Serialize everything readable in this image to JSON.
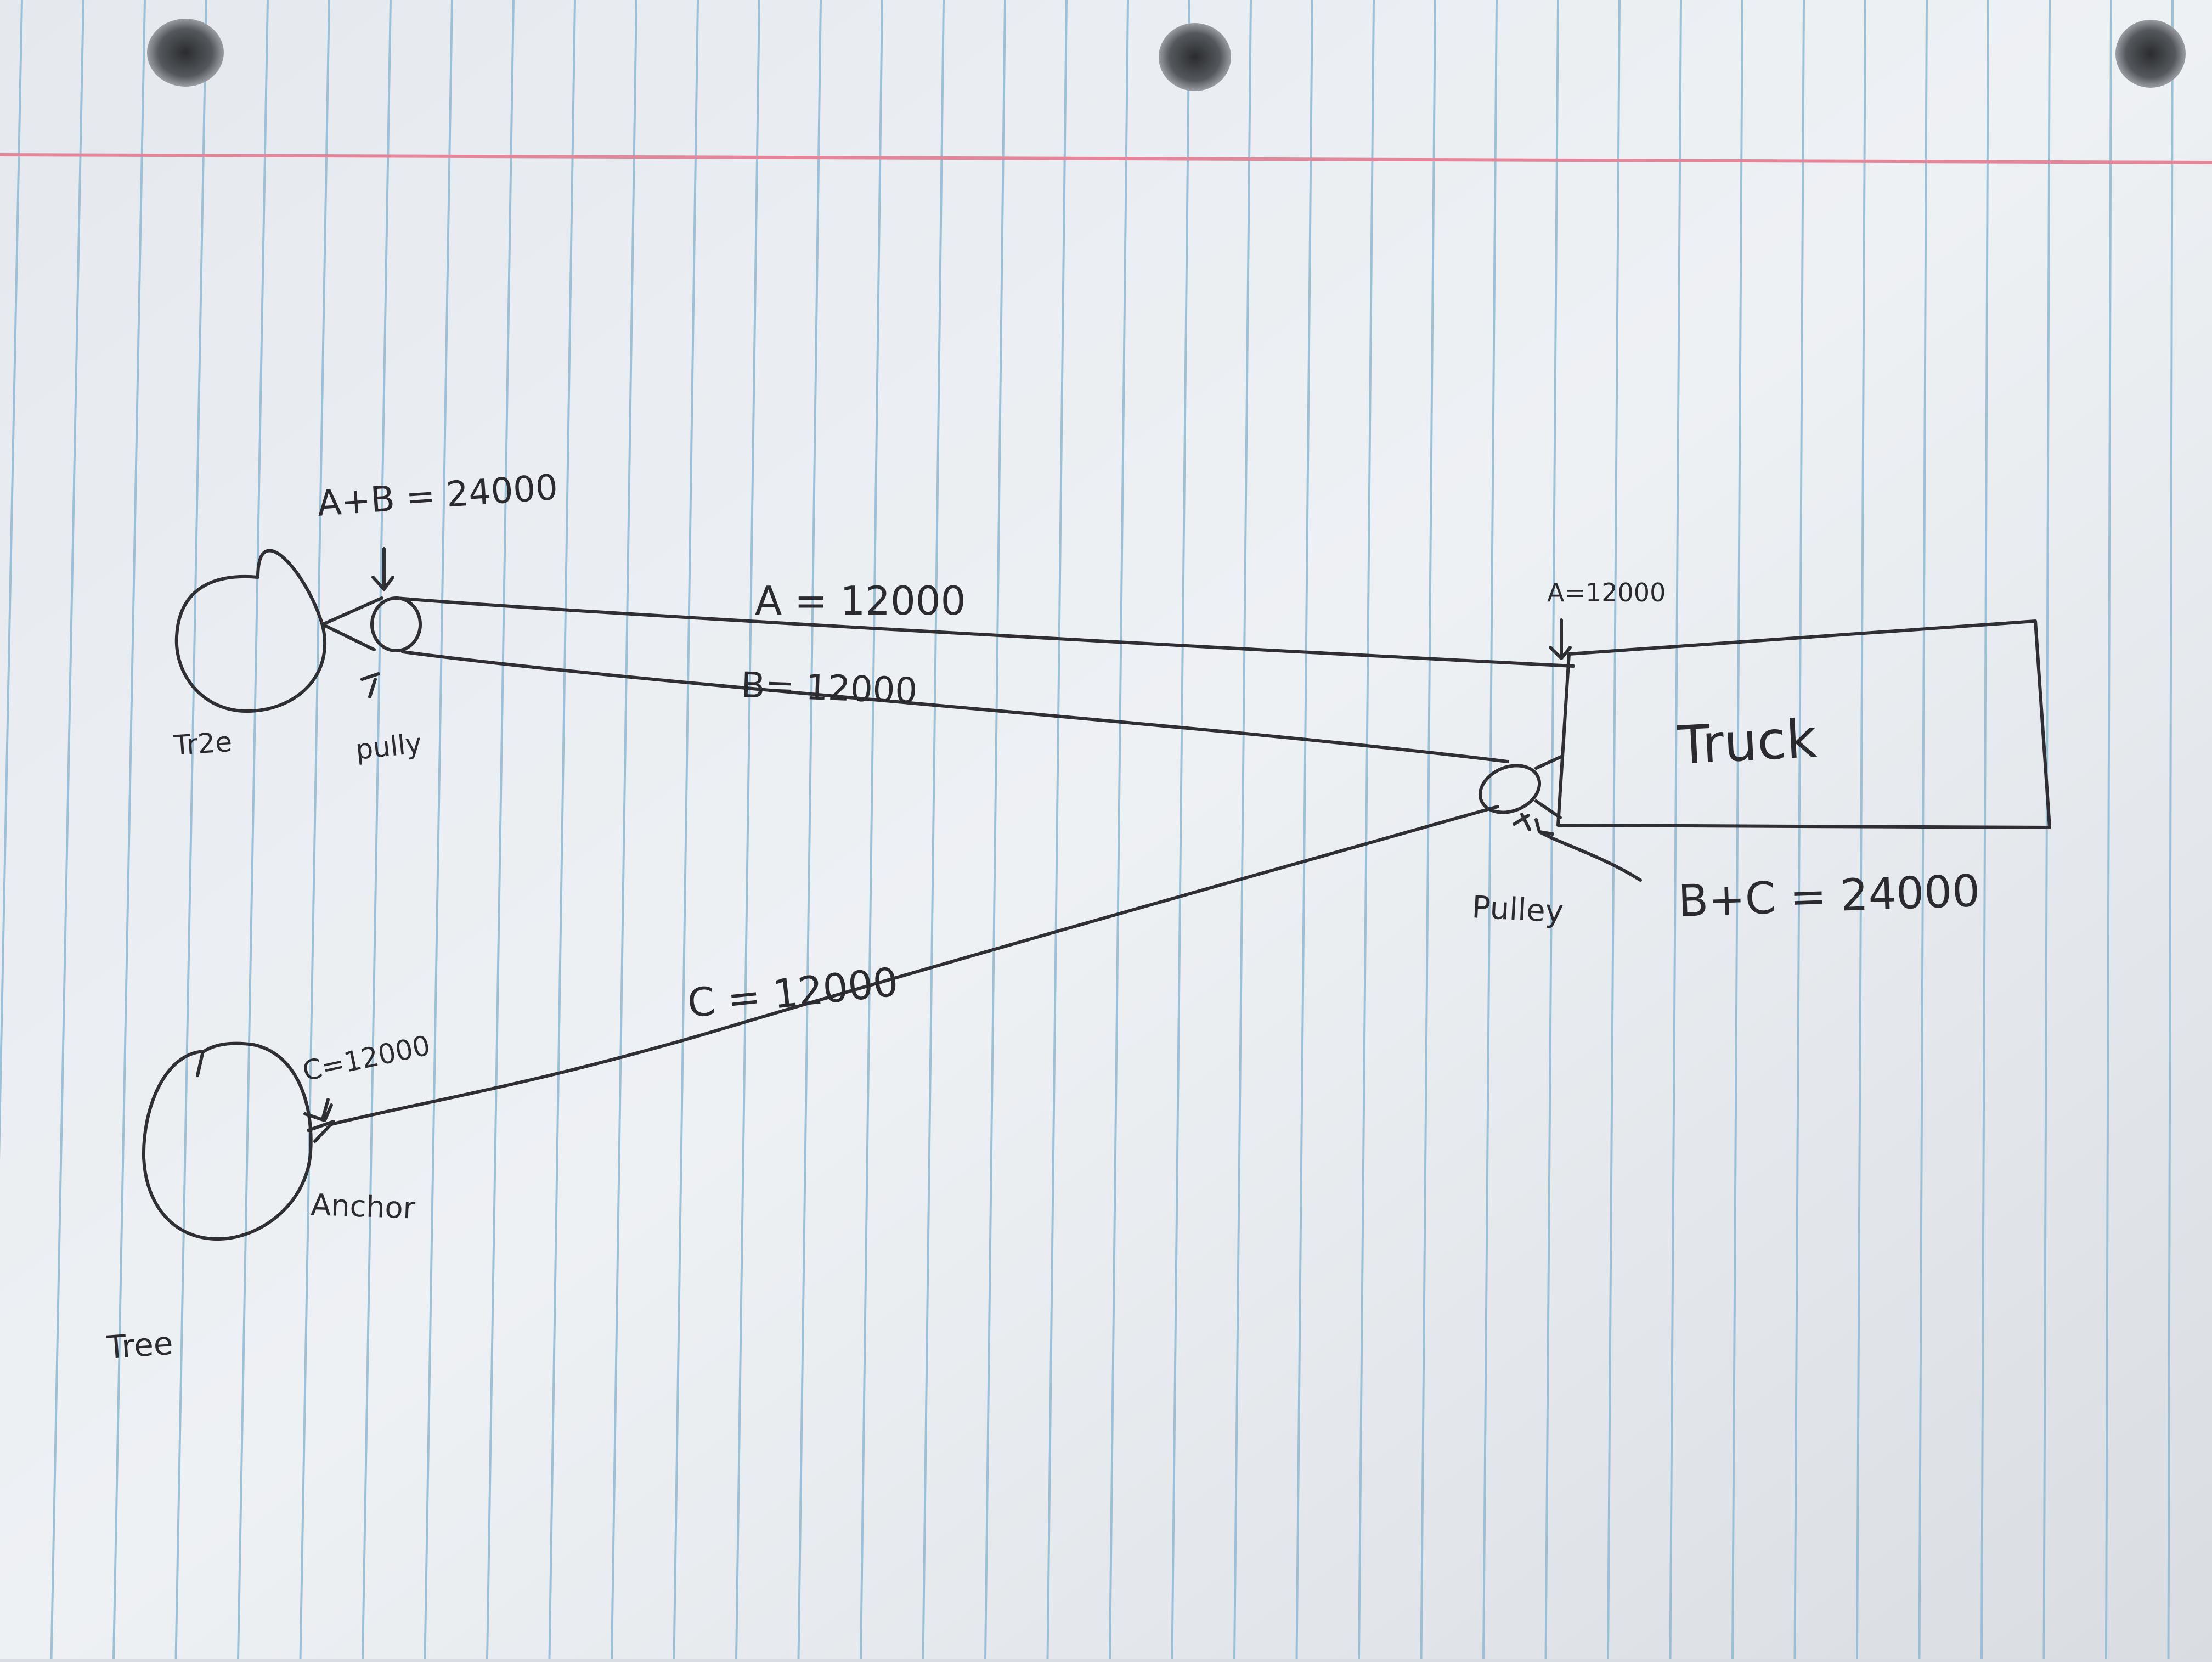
{
  "labels": {
    "tree_top": "Tr2e",
    "pulley_top": "pully",
    "a_plus_b": "A+B = 24000",
    "rope_a": "A = 12000",
    "rope_b": "B= 12000",
    "a_at_truck": "A=12000",
    "truck": "Truck",
    "pulley_truck": "Pulley",
    "b_plus_c": "B+C = 24000",
    "rope_c": "C = 12000",
    "c_at_anchor": "C=12000",
    "anchor": "Anchor",
    "tree_bottom": "Tree"
  },
  "colors": {
    "paper": "#e9edf1",
    "pencil": "#2f2f33",
    "ruling_blue": "#8fb9d3",
    "margin_red": "#e4869a",
    "hole": "#6d7075"
  }
}
